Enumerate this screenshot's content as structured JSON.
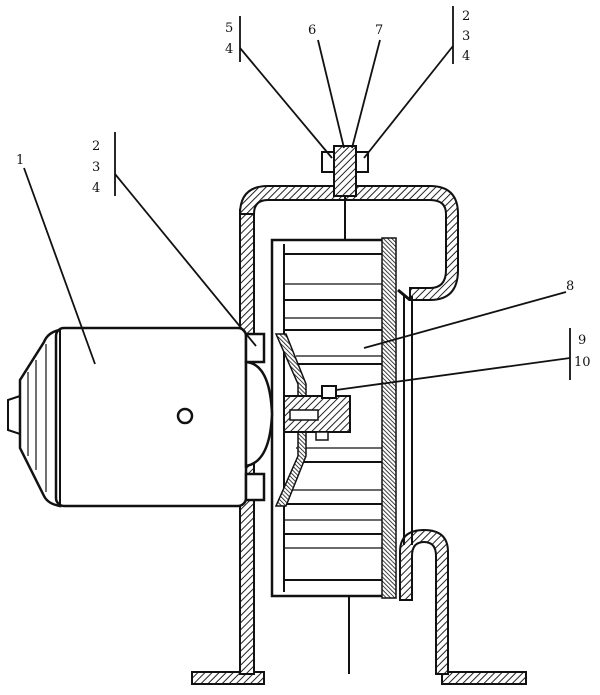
{
  "callouts": {
    "c1": {
      "lines": [
        "1"
      ]
    },
    "c2": {
      "lines": [
        "2",
        "3",
        "4"
      ]
    },
    "c3": {
      "lines": [
        "5",
        "4"
      ]
    },
    "c4": {
      "lines": [
        "6"
      ]
    },
    "c5": {
      "lines": [
        "7"
      ]
    },
    "c6": {
      "lines": [
        "2",
        "3",
        "4"
      ]
    },
    "c7": {
      "lines": [
        "8"
      ]
    },
    "c8": {
      "lines": [
        "9",
        "10"
      ]
    }
  },
  "colors": {
    "ink": "#111111",
    "background": "#ffffff",
    "hatch": "#222222"
  }
}
